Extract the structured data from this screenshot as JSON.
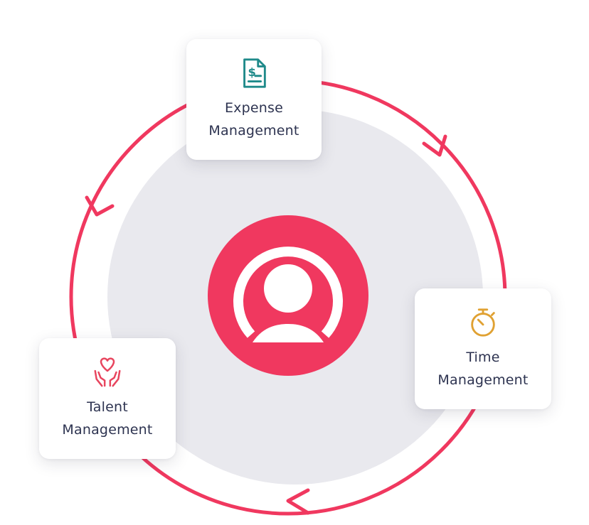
{
  "colors": {
    "accent": "#f0385f",
    "center_disc": "#e9e9ee",
    "text": "#2d3350",
    "expense_icon": "#1f8a8a",
    "time_icon": "#e0a132",
    "talent_icon": "#e8455e"
  },
  "cards": {
    "expense": {
      "label_line1": "Expense",
      "label_line2": "Management",
      "icon": "invoice-dollar-icon"
    },
    "time": {
      "label_line1": "Time",
      "label_line2": "Management",
      "icon": "stopwatch-icon"
    },
    "talent": {
      "label_line1": "Talent",
      "label_line2": "Management",
      "icon": "hands-heart-icon"
    }
  },
  "center": {
    "icon": "user-avatar-icon"
  }
}
